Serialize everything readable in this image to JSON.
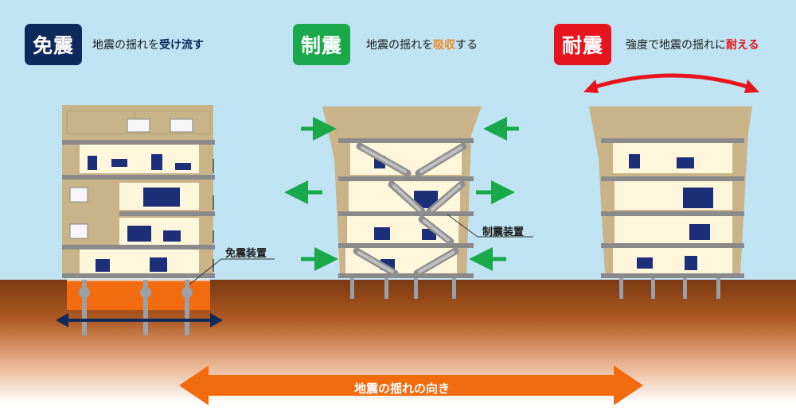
{
  "panels": [
    {
      "title": "免震",
      "color": "#0e2a5c",
      "caption_pre": "地震の揺れを",
      "caption_highlight": "受け流す",
      "caption_post": "",
      "highlight_color": "#0e2a5c",
      "device_label": "免震装置"
    },
    {
      "title": "制震",
      "color": "#19a84a",
      "caption_pre": "地震の揺れを",
      "caption_highlight": "吸収",
      "caption_post": "する",
      "highlight_color": "#f08a1e",
      "device_label": "制震装置"
    },
    {
      "title": "耐震",
      "color": "#e8141d",
      "caption_pre": "強度で地震の揺れに",
      "caption_highlight": "耐える",
      "caption_post": "",
      "highlight_color": "#e8141d"
    }
  ],
  "direction_label": "地震の揺れの向き",
  "colors": {
    "navy": "#0e2a5c",
    "green": "#19a84a",
    "red": "#e8141d",
    "orange": "#f26b0f",
    "building": "#c9b48a",
    "room": "#fff7dc",
    "slab": "#8a8a8a"
  }
}
